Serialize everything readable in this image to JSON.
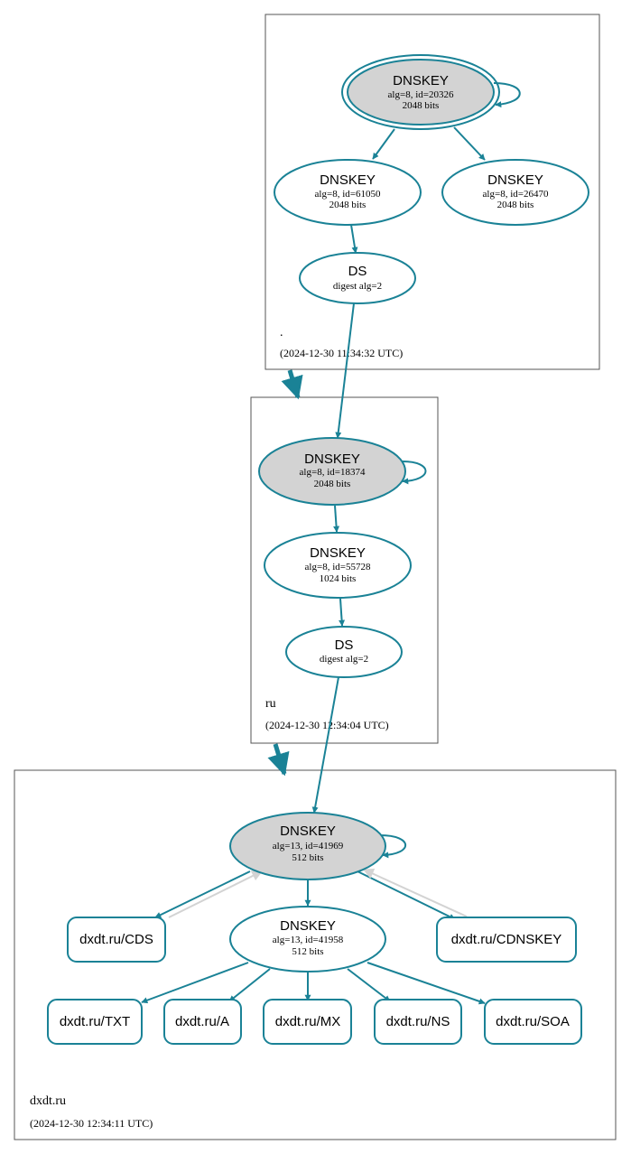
{
  "zones": {
    "root": {
      "name": ".",
      "timestamp": "(2024-12-30 11:34:32 UTC)"
    },
    "ru": {
      "name": "ru",
      "timestamp": "(2024-12-30 12:34:04 UTC)"
    },
    "dxdt": {
      "name": "dxdt.ru",
      "timestamp": "(2024-12-30 12:34:11 UTC)"
    }
  },
  "nodes": {
    "root_ksk": {
      "type": "DNSKEY",
      "line1": "alg=8, id=20326",
      "line2": "2048 bits"
    },
    "root_zsk1": {
      "type": "DNSKEY",
      "line1": "alg=8, id=61050",
      "line2": "2048 bits"
    },
    "root_zsk2": {
      "type": "DNSKEY",
      "line1": "alg=8, id=26470",
      "line2": "2048 bits"
    },
    "ru_ds": {
      "type": "DS",
      "line1": "digest alg=2"
    },
    "ru_ksk": {
      "type": "DNSKEY",
      "line1": "alg=8, id=18374",
      "line2": "2048 bits"
    },
    "ru_zsk": {
      "type": "DNSKEY",
      "line1": "alg=8, id=55728",
      "line2": "1024 bits"
    },
    "dxdt_ds": {
      "type": "DS",
      "line1": "digest alg=2"
    },
    "dxdt_ksk": {
      "type": "DNSKEY",
      "line1": "alg=13, id=41969",
      "line2": "512 bits"
    },
    "dxdt_zsk": {
      "type": "DNSKEY",
      "line1": "alg=13, id=41958",
      "line2": "512 bits"
    }
  },
  "records": {
    "cds": "dxdt.ru/CDS",
    "cdnskey": "dxdt.ru/CDNSKEY",
    "txt": "dxdt.ru/TXT",
    "a": "dxdt.ru/A",
    "mx": "dxdt.ru/MX",
    "ns": "dxdt.ru/NS",
    "soa": "dxdt.ru/SOA"
  },
  "colors": {
    "edge": "#1a8296",
    "ksk_fill": "#d3d3d3",
    "zone_border": "#555555",
    "gray_edge": "#d3d3d3"
  }
}
